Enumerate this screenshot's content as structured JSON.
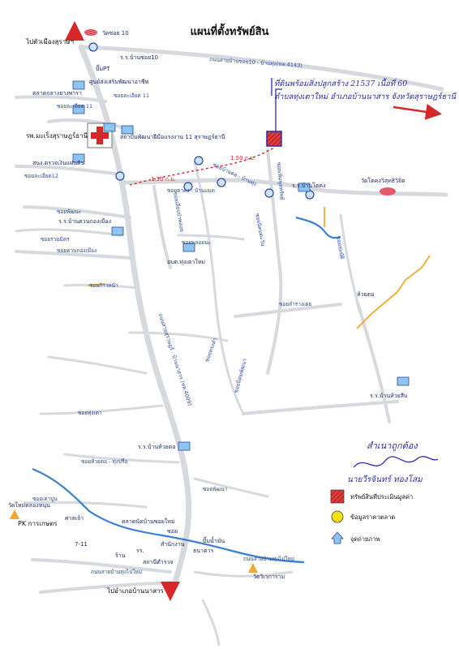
{
  "title": "แผนที่ตั้งทรัพย์สิน",
  "labels": {
    "to_city": "ไปตัวเมืองสุราษฯ",
    "wat_top": "วัดซอย 10",
    "school10": "ร.ร.บ้านซอย10",
    "pt": "ปั๊มPT",
    "market": "ตลาดกลางยางพารา",
    "center": "ศูนย์ส่งเสริมพัฒนาอาชีพ",
    "hospital": "รพ.มะเร็งสุราษฎร์ธานี",
    "institute": "สถาบันพัฒนาฝีมือแรงงาน 11 สุราษฎร์ธานี",
    "bank": "สนง.ตรวจเงินแผ่นดิน",
    "soi11a": "ซอยละเอียด 11",
    "soi11b": "ซอยละเอียด 11",
    "soi12": "ซอยละเอียด12",
    "school_ktk": "ร.ร.บ้านโตคง",
    "wat_ktk": "วัดโตคงวิสุทธิวิจิต",
    "school_kt": "ร.ร.บ้านควนกองเมือง",
    "pkn": "ซอยพัฒนะ",
    "soi_kt": "ซอยควนกองเมือง",
    "soi_kth": "ซอยก้าวหน้า",
    "soi_rk": "ซอยรวมมิตร",
    "obt": "อบต.ทุ่งเตาใหม่",
    "soi_pl": "ซอยพลอยนะ",
    "soi_kok": "ซอยเลียบป่าพลอย",
    "soi_ni": "ซอยนิคมตะวัน",
    "soi_kk": "ซอยบ้านตอ - บ้านทุ่ง",
    "soi_ktr": "ซอยเพิ่มพูลทรัพย์",
    "soi_lr": "ซอยลำรางเตย",
    "soi_sb": "ซอยสมบัติ",
    "soi_nk": "ซอยทรงคำ",
    "soi_ppr": "ซอยนิคมพัฒนา",
    "rd_nk": "ซอยตาคง - บ้านแมด",
    "rd_main": "ถนนสายสุราษฎร์ - บ้านนาสาร (ทล.4009)",
    "rd_top": "ถนนสายบ้านซอย10 - บ้านทุ่ง(ทล.4143)",
    "school_hy": "ร.ร.บ้านห้วยตอ",
    "school_hs": "ร.ร.บ้านห้วยสีบ",
    "soi_ty": "ซอยทุ่งเตา",
    "soi_hy": "ซอยห้วยตอ - ทุ่งปรือ",
    "soi_pn": "ซอยพัฒนา",
    "soi_tl": "ซอยเตาปูน",
    "market2": "ตลาดนัดบ้านซอยใหม่",
    "pk": "PK การเกษตร",
    "wat_kt": "วัดใหม่คลองหนุน",
    "wat_vt": "วัดวิเวการาม",
    "to_nasan": "ไปอำเภอบ้านนาสาร",
    "rd_bot": "ถนนสายบ้านทุ่งไปใหม่",
    "rd_bot2": "ถนนสายบ้านทุ่งไปใหม่",
    "village": "ห้วยตอ",
    "dist1": "1.30 ก.ม.",
    "dist2": "1.50 ก.ม.",
    "poi1": "ศาลเจ้า",
    "poi2": "7-11",
    "poi3": "สำนักงาน",
    "poi4": "ปั๊มน้ำมัน",
    "poi5": "ร้าน",
    "poi6": "ธนาคาร",
    "poi7": "รร.",
    "poi8": "สถานีตำรวจ",
    "poi9": "ซอย"
  },
  "handwriting": {
    "line1": "ที่ดินพร้อมสิ่งปลูกสร้าง 21537 เนื้อที่ 60",
    "line2": "ตำบลทุ่งเตาใหม่ อำเภอบ้านนาสาร จังหวัดสุราษฎร์ธานี"
  },
  "stamp": {
    "office": "สำเนาถูกต้อง",
    "name": "นายวีรจินทร์ ทองโสม"
  },
  "legend": [
    {
      "icon": "red-hatched-square",
      "text": "ทรัพย์สินที่ประเมินมูลค่า"
    },
    {
      "icon": "yellow-circle",
      "text": "ข้อมูลราคาตลาด"
    },
    {
      "icon": "blue-camera-arrow",
      "text": "จุดถ่ายภาพ"
    }
  ],
  "colors": {
    "road": "#d6d9de",
    "water": "#3b7fd1",
    "accent_red": "#d62828",
    "market_orange": "#f2a72e"
  }
}
